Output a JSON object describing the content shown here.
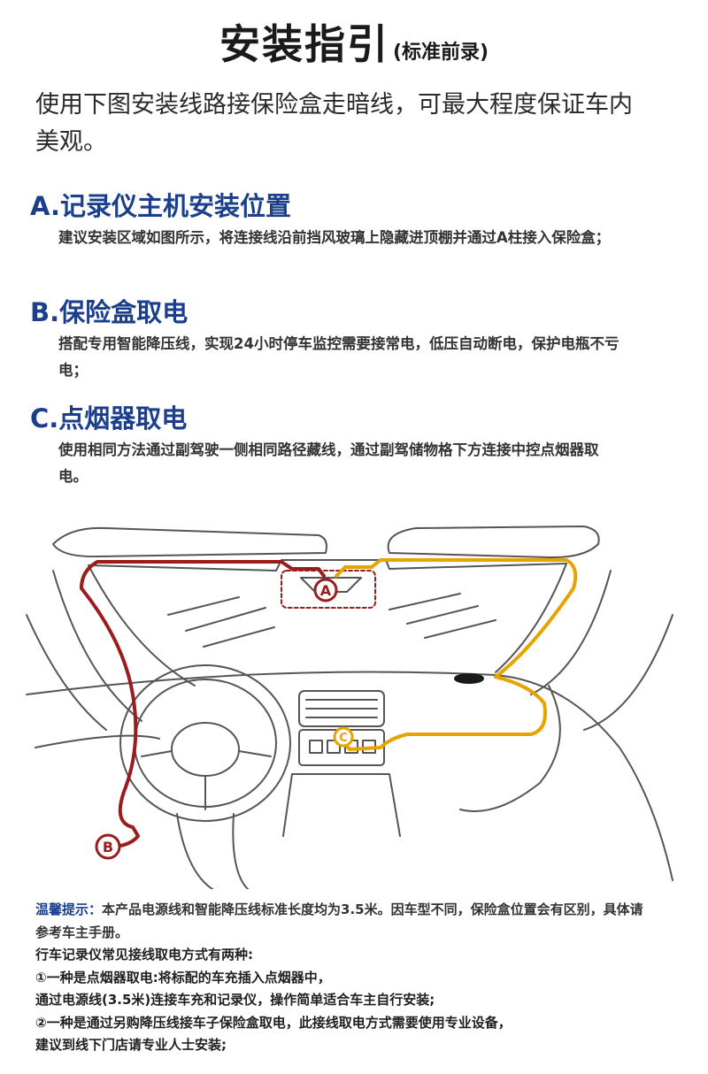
{
  "title": {
    "main": "安装指引",
    "sub": "(标准前录)"
  },
  "intro": "使用下图安装线路接保险盒走暗线，可最大程度保证车内美观。",
  "sections": [
    {
      "heading": "A.记录仪主机安装位置",
      "body": "建议安装区域如图所示，将连接线沿前挡风玻璃上隐藏进顶棚并通过A柱接入保险盒；"
    },
    {
      "heading": "B.保险盒取电",
      "body": "搭配专用智能降压线，实现24小时停车监控需要接常电，低压自动断电，保护电瓶不亏电；"
    },
    {
      "heading": "C.点烟器取电",
      "body": "使用相同方法通过副驾驶一侧相同路径藏线，通过副驾储物格下方连接中控点烟器取电。"
    }
  ],
  "diagram": {
    "marker_a": "A",
    "marker_b": "B",
    "marker_c": "C",
    "colors": {
      "route_b": "#9b1c1c",
      "route_c": "#e7a400",
      "outline": "#555555"
    }
  },
  "tip": {
    "label": "温馨提示：",
    "text": "本产品电源线和智能降压线标准长度均为3.5米。因车型不同，保险盒位置会有区别，具体请参考车主手册。"
  },
  "notes": [
    "行车记录仪常见接线取电方式有两种:",
    "①一种是点烟器取电:将标配的车充插入点烟器中，",
    "通过电源线(3.5米)连接车充和记录仪，操作简单适合车主自行安装;",
    "②一种是通过另购降压线接车子保险盒取电，此接线取电方式需要使用专业设备，",
    "建议到线下门店请专业人士安装;"
  ]
}
